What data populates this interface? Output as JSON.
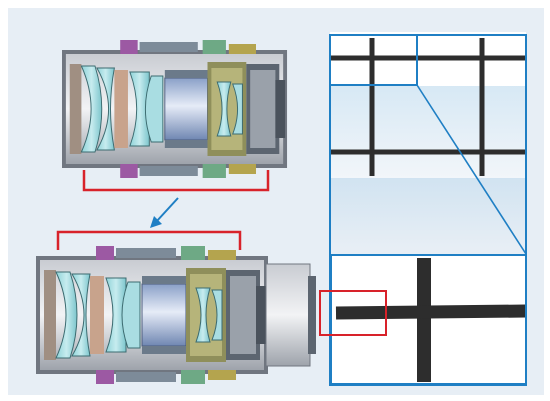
{
  "figure": {
    "background_color": "#e7eef5",
    "bracket_color": "#d8222a",
    "frame_color": "#1f7fc4",
    "arrow_color": "#1f7fc4",
    "panels": [
      {
        "id": "lens-top",
        "label": ""
      },
      {
        "id": "lens-bottom",
        "label": ""
      },
      {
        "id": "grid-view",
        "label": ""
      },
      {
        "id": "grid-zoom",
        "label": ""
      }
    ],
    "icons": [
      "arrow-down-left-icon"
    ]
  }
}
